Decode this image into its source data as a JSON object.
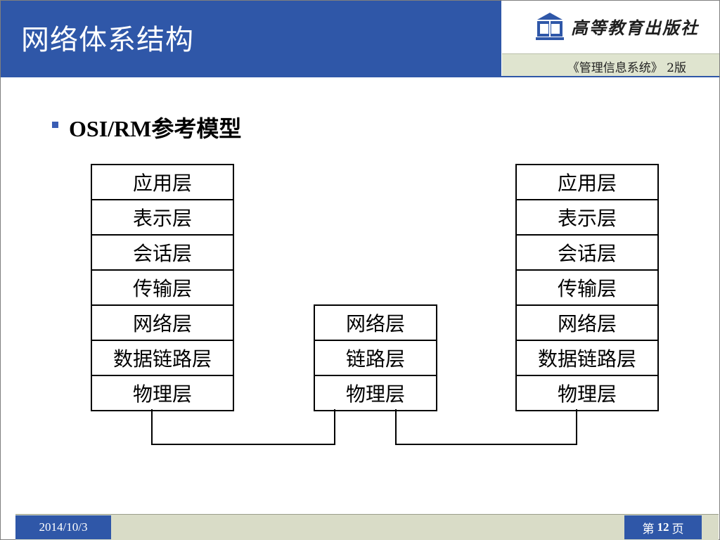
{
  "header": {
    "title": "网络体系结构",
    "publisher": "高等教育出版社",
    "book_title": "《管理信息系统》 2版",
    "brand_color": "#2f57a8",
    "logo_icon": "publisher-logo-icon"
  },
  "content": {
    "bullet": "OSI/RM参考模型",
    "left_stack": [
      "应用层",
      "表示层",
      "会话层",
      "传输层",
      "网络层",
      "数据链路层",
      "物理层"
    ],
    "middle_stack": [
      "网络层",
      "链路层",
      "物理层"
    ],
    "right_stack": [
      "应用层",
      "表示层",
      "会话层",
      "传输层",
      "网络层",
      "数据链路层",
      "物理层"
    ]
  },
  "footer": {
    "date": "2014/10/3",
    "page_prefix": "第",
    "page_number": "12",
    "page_suffix": "页"
  }
}
